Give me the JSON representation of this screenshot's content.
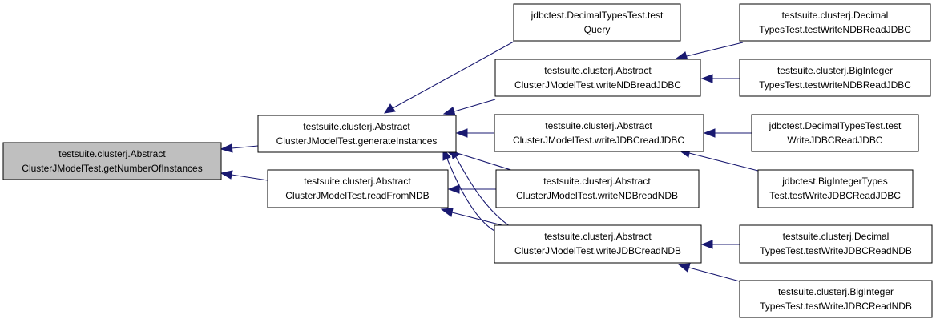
{
  "colors": {
    "edge": "#191970",
    "root_fill": "#bfbfbf",
    "node_fill": "#ffffff",
    "border": "#000000"
  },
  "nodes": {
    "root": {
      "line1": "testsuite.clusterj.Abstract",
      "line2": "ClusterJModelTest.getNumberOfInstances"
    },
    "genInst": {
      "line1": "testsuite.clusterj.Abstract",
      "line2": "ClusterJModelTest.generateInstances"
    },
    "readNDB": {
      "line1": "testsuite.clusterj.Abstract",
      "line2": "ClusterJModelTest.readFromNDB"
    },
    "decQuery": {
      "line1": "jdbctest.DecimalTypesTest.test",
      "line2": "Query"
    },
    "wNDBrJDBC": {
      "line1": "testsuite.clusterj.Abstract",
      "line2": "ClusterJModelTest.writeNDBreadJDBC"
    },
    "wJDBCrJDBC": {
      "line1": "testsuite.clusterj.Abstract",
      "line2": "ClusterJModelTest.writeJDBCreadJDBC"
    },
    "wNDBrNDB": {
      "line1": "testsuite.clusterj.Abstract",
      "line2": "ClusterJModelTest.writeNDBreadNDB"
    },
    "wJDBCrNDB": {
      "line1": "testsuite.clusterj.Abstract",
      "line2": "ClusterJModelTest.writeJDBCreadNDB"
    },
    "decWNrJ": {
      "line1": "testsuite.clusterj.Decimal",
      "line2": "TypesTest.testWriteNDBReadJDBC"
    },
    "bigWNrJ": {
      "line1": "testsuite.clusterj.BigInteger",
      "line2": "TypesTest.testWriteNDBReadJDBC"
    },
    "jdecWJrJ": {
      "line1": "jdbctest.DecimalTypesTest.test",
      "line2": "WriteJDBCReadJDBC"
    },
    "jbigWJrJ": {
      "line1": "jdbctest.BigIntegerTypes",
      "line2": "Test.testWriteJDBCReadJDBC"
    },
    "decWJrN": {
      "line1": "testsuite.clusterj.Decimal",
      "line2": "TypesTest.testWriteJDBCReadNDB"
    },
    "bigWJrN": {
      "line1": "testsuite.clusterj.BigInteger",
      "line2": "TypesTest.testWriteJDBCReadNDB"
    }
  }
}
